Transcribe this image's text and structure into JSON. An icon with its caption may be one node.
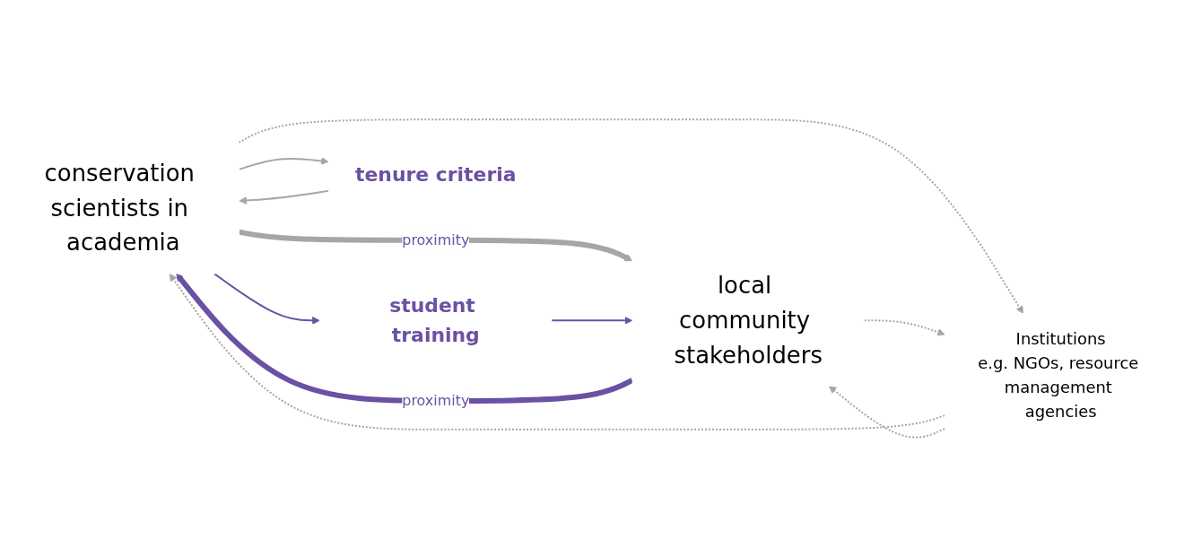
{
  "diagram": {
    "nodes": [
      {
        "text": [
          "conservation scientists in academia"
        ]
      },
      {
        "text": [
          "local community stakeholders"
        ]
      },
      {
        "text": [
          "student training"
        ]
      },
      {
        "text": [
          "tenure criteria"
        ]
      },
      {
        "text": [
          "Institutions",
          "e.g. NGOs, resource management agencies"
        ]
      }
    ],
    "edges": [
      {
        "from": 0,
        "to": 1,
        "arrow": "to",
        "label": "proximity",
        "style": "thick"
      },
      {
        "from": 1,
        "to": 0,
        "arrow": "to",
        "label": "proximity",
        "style": "thick",
        "color": "#6a51a3"
      },
      {
        "from": 0,
        "to": 2,
        "arrow": "to",
        "color": "#6a51a3"
      },
      {
        "from": 2,
        "to": 1,
        "arrow": "to",
        "color": "#6a51a3"
      },
      {
        "from": 0,
        "to": 3,
        "arrow": "to"
      },
      {
        "from": 3,
        "to": 0,
        "arrow": "to"
      },
      {
        "from": 0,
        "to": 4,
        "arrow": "to",
        "style": "dashed"
      },
      {
        "from": 4,
        "to": 0,
        "arrow": "to",
        "style": "dashed"
      },
      {
        "from": 1,
        "to": 4,
        "arrow": "to",
        "style": "dashed"
      },
      {
        "from": 4,
        "to": 1,
        "arrow": "to",
        "style": "dashed"
      }
    ]
  }
}
